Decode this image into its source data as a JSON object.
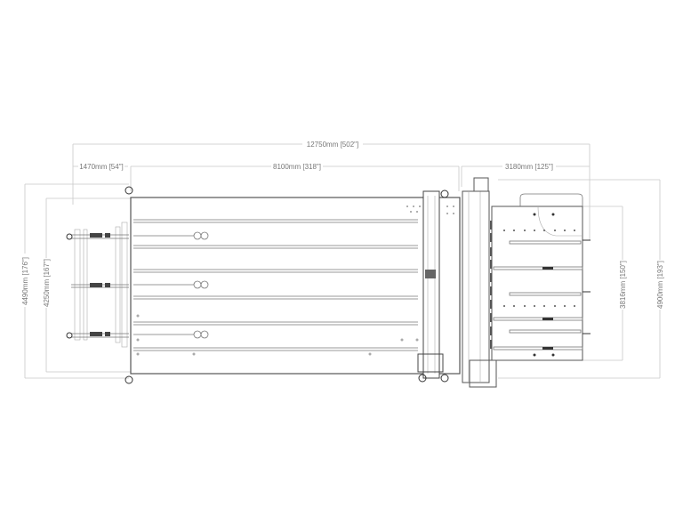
{
  "drawing": {
    "dimensions": {
      "overall_length": "12750mm [502\"]",
      "loader_length": "1470mm [54\"]",
      "table_length": "8100mm [318\"]",
      "unloader_length": "3180mm [125\"]",
      "overall_width": "4490mm [176\"]",
      "table_width": "4250mm [167\"]",
      "unloader_table_width": "3816mm [150\"]",
      "unloader_overall_width": "4900mm [193\"]"
    }
  }
}
